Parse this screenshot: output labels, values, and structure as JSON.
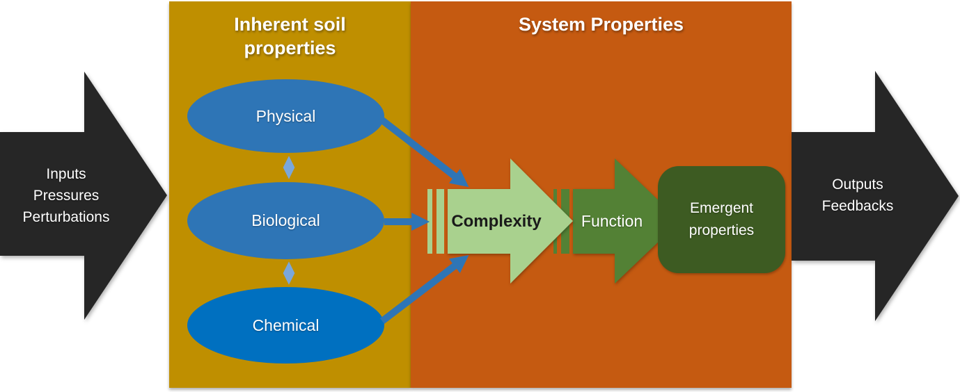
{
  "colors": {
    "gold_panel": "#BF8F00",
    "orange_panel": "#C55A11",
    "ellipse_blue": "#2E75B6",
    "ellipse_bright_blue": "#0070C0",
    "connector_blue": "#2E75B6",
    "double_arrow_blue": "#7AA7DB",
    "complexity_green": "#A9D18E",
    "function_green": "#538135",
    "emergent_green": "#3D5B22",
    "black_arrow": "#262626",
    "title_text": "#FFFFFF",
    "complexity_text": "#1A1A1A"
  },
  "left_arrow": {
    "lines": [
      "Inputs",
      "Pressures",
      "Perturbations"
    ]
  },
  "right_arrow": {
    "lines": [
      "Outputs",
      "Feedbacks"
    ]
  },
  "inherent_panel": {
    "title": "Inherent soil properties",
    "ellipses": [
      {
        "label": "Physical"
      },
      {
        "label": "Biological"
      },
      {
        "label": "Chemical"
      }
    ]
  },
  "system_panel": {
    "title": "System Properties",
    "complexity_label": "Complexity",
    "function_label": "Function",
    "emergent_label": "Emergent properties"
  }
}
